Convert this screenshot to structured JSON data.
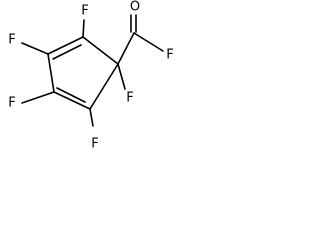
{
  "molecule": {
    "atoms": {
      "f1": "F",
      "f2": "F",
      "f3": "F",
      "f4": "F",
      "f5": "F",
      "o1": "O",
      "f6": "F"
    }
  }
}
